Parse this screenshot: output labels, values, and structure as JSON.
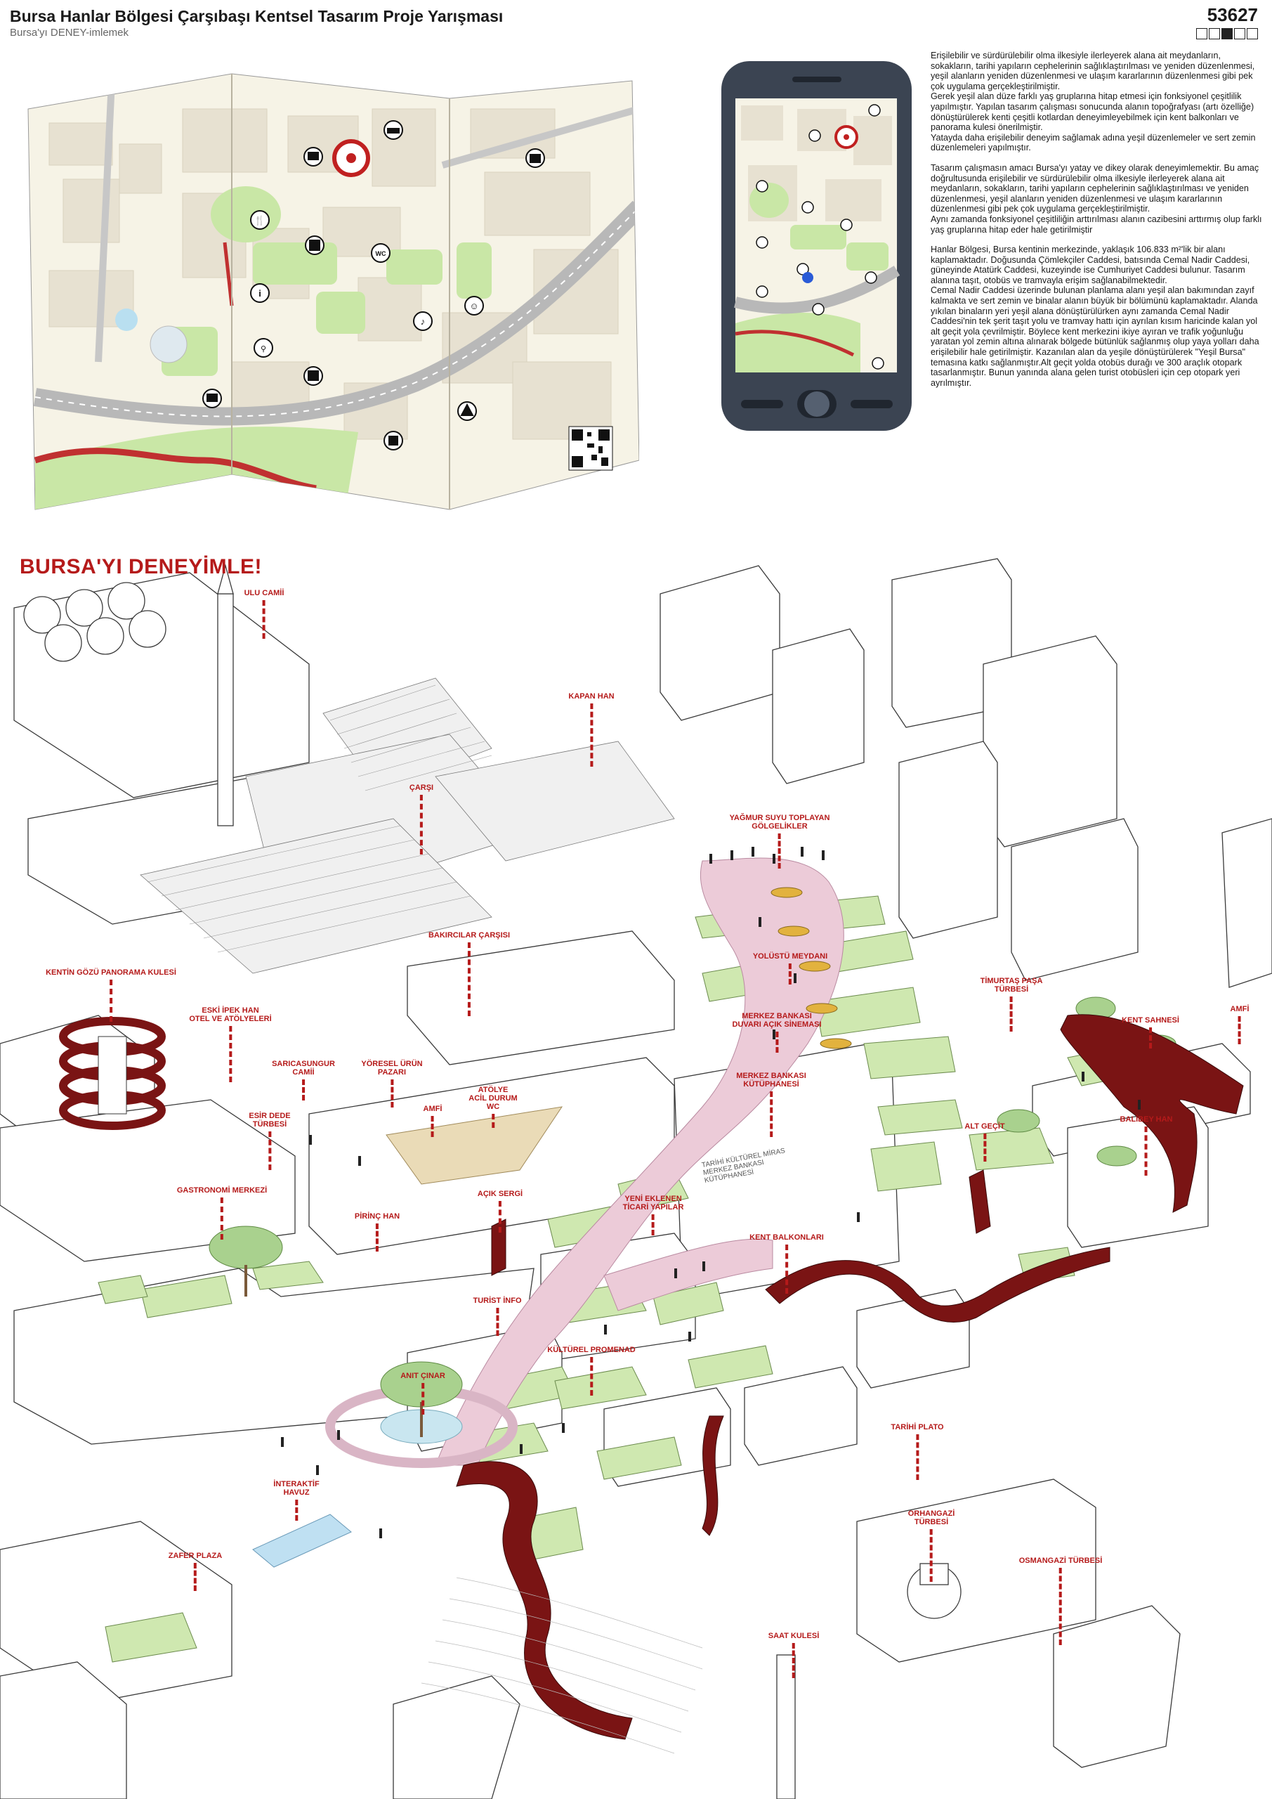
{
  "header": {
    "title": "Bursa Hanlar Bölgesi Çarşıbaşı Kentsel Tasarım Proje Yarışması",
    "subtitle": "Bursa'yı DENEY-imlemek",
    "number": "53627"
  },
  "description": [
    "Erişilebilir ve sürdürülebilir olma ilkesiyle ilerleyerek alana ait meydanların, sokakların, tarihi yapıların cephelerinin sağlıklaştırılması ve yeniden düzenlenmesi, yeşil alanların yeniden düzenlenmesi ve ulaşım kararlarının düzenlenmesi gibi pek çok uygulama gerçekleştirilmiştir.\nGerek yeşil alan düze farklı yaş gruplarına hitap etmesi için fonksiyonel çeşitlilik yapılmıştır. Yapılan tasarım çalışması sonucunda alanın topoğrafyası (artı özelliğe) dönüştürülerek kenti çeşitli kotlardan deneyimleyebilmek için kent balkonları ve panorama kulesi önerilmiştir.\nYatayda daha erişilebilir deneyim sağlamak adına yeşil düzenlemeler ve sert zemin düzenlemeleri yapılmıştır.",
    "Tasarım çalışmasın amacı Bursa'yı yatay ve dikey olarak deneyimlemektir. Bu amaç doğrultusunda erişilebilir ve sürdürülebilir olma ilkesiyle ilerleyerek alana ait meydanların, sokakların, tarihi yapıların cephelerinin sağlıklaştırılması ve yeniden düzenlenmesi, yeşil alanların yeniden düzenlenmesi ve ulaşım kararlarının düzenlenmesi gibi pek çok uygulama gerçekleştirilmiştir.\nAynı zamanda fonksiyonel çeşitliliğin arttırılması alanın cazibesini arttırmış olup farklı yaş gruplarına hitap eder hale getirilmiştir",
    "Hanlar Bölgesi, Bursa kentinin merkezinde, yaklaşık 106.833 m²'lik bir alanı kaplamaktadır. Doğusunda Çömlekçiler Caddesi, batısında Cemal Nadir Caddesi, güneyinde Atatürk Caddesi, kuzeyinde ise Cumhuriyet Caddesi bulunur. Tasarım alanına taşıt, otobüs ve tramvayla erişim sağlanabilmektedir.\nCemal Nadir Caddesi üzerinde bulunan planlama alanı yeşil alan bakımından zayıf kalmakta ve sert zemin ve binalar alanın büyük bir bölümünü kaplamaktadır. Alanda yıkılan binaların yeri yeşil alana dönüştürülürken aynı zamanda Cemal Nadir Caddesi'nin tek şerit taşıt yolu ve tramvay hattı için ayrılan kısım haricinde kalan yol alt geçit yola çevrilmiştir. Böylece kent merkezini ikiye ayıran ve trafik yoğunluğu yaratan yol zemin altına alınarak bölgede bütünlük sağlanmış olup yaya yolları daha erişilebilir hale getirilmiştir. Kazanılan alan da yeşile dönüştürülerek \"Yeşil Bursa\" temasına katkı sağlanmıştır.Alt geçit yolda otobüs durağı ve 300 araçlık otopark tasarlanmıştır. Bunun yanında alana gelen turist otobüsleri için cep otopark yeri ayrılmıştır."
  ],
  "map_icons": [
    "camera-icon",
    "target-icon",
    "bed-icon",
    "restaurant-icon",
    "tram-icon",
    "info-icon",
    "wc-icon",
    "music-icon",
    "people-icon",
    "bicycle-icon",
    "bus-icon",
    "shopping-icon",
    "warning-icon",
    "qr-code"
  ],
  "phone": {
    "location_dot_color": "#2a5bd7",
    "body_color": "#3b4452"
  },
  "section_title": "BURSA'YI DENEYİMLE!",
  "labels": [
    {
      "id": "ulu-camii",
      "text": "ULU CAMİİ"
    },
    {
      "id": "kapan-han",
      "text": "KAPAN HAN"
    },
    {
      "id": "carsi",
      "text": "ÇARŞI"
    },
    {
      "id": "yagmur-suyu",
      "text": "YAĞMUR SUYU TOPLAYAN\nGÖLGELİKLER"
    },
    {
      "id": "bakircilar",
      "text": "BAKIRCILAR ÇARŞISI"
    },
    {
      "id": "yolustu",
      "text": "YOLÜSTÜ MEYDANI"
    },
    {
      "id": "kentin-gozu",
      "text": "KENTİN GÖZÜ PANORAMA KULESİ"
    },
    {
      "id": "eski-ipek",
      "text": "ESKİ İPEK HAN\nOTEL VE ATÖLYELERİ"
    },
    {
      "id": "merkez-sinema",
      "text": "MERKEZ BANKASI\nDUVARI AÇIK SİNEMASI"
    },
    {
      "id": "timurtas",
      "text": "TİMURTAŞ PAŞA\nTÜRBESİ"
    },
    {
      "id": "kent-sahnesi",
      "text": "KENT SAHNESİ"
    },
    {
      "id": "amfi-right",
      "text": "AMFİ"
    },
    {
      "id": "saricasungur",
      "text": "SARICASUNGUR\nCAMİİ"
    },
    {
      "id": "yoresel",
      "text": "YÖRESEL ÜRÜN\nPAZARI"
    },
    {
      "id": "atolye",
      "text": "ATÖLYE\nACİL DURUM\nWC"
    },
    {
      "id": "merkez-kutuphane",
      "text": "MERKEZ BANKASI\nKÜTÜPHANESİ"
    },
    {
      "id": "esir-dede",
      "text": "ESİR DEDE\nTÜRBESİ"
    },
    {
      "id": "amfi-left",
      "text": "AMFİ"
    },
    {
      "id": "alt-gecit",
      "text": "ALT GEÇİT"
    },
    {
      "id": "balibey",
      "text": "BALİBEY HAN"
    },
    {
      "id": "gastronomi",
      "text": "GASTRONOMİ MERKEZİ"
    },
    {
      "id": "pirinc",
      "text": "PİRİNÇ HAN"
    },
    {
      "id": "acik-sergi",
      "text": "AÇIK SERGİ"
    },
    {
      "id": "yeni-ticari",
      "text": "YENİ EKLENEN\nTİCARİ YAPILAR"
    },
    {
      "id": "kent-balkonlari",
      "text": "KENT BALKONLARI"
    },
    {
      "id": "turist-info",
      "text": "TURİST İNFO"
    },
    {
      "id": "kulturel-promenad",
      "text": "KÜLTÜREL PROMENAD"
    },
    {
      "id": "anit-cinar",
      "text": "ANIT ÇINAR"
    },
    {
      "id": "tarihi-plato",
      "text": "TARİHİ PLATO"
    },
    {
      "id": "interaktif-havuz",
      "text": "İNTERAKTİF\nHAVUZ"
    },
    {
      "id": "orhangazi",
      "text": "ORHANGAZİ\nTÜRBESİ"
    },
    {
      "id": "zafer-plaza",
      "text": "ZAFER PLAZA"
    },
    {
      "id": "osmangazi",
      "text": "OSMANGAZİ TÜRBESİ"
    },
    {
      "id": "saat-kulesi",
      "text": "SAAT KULESİ"
    }
  ],
  "building_sign": "TARİHİ KÜLTÜREL MİRAS\nMERKEZ BANKASI\nKÜTÜPHANESİ"
}
